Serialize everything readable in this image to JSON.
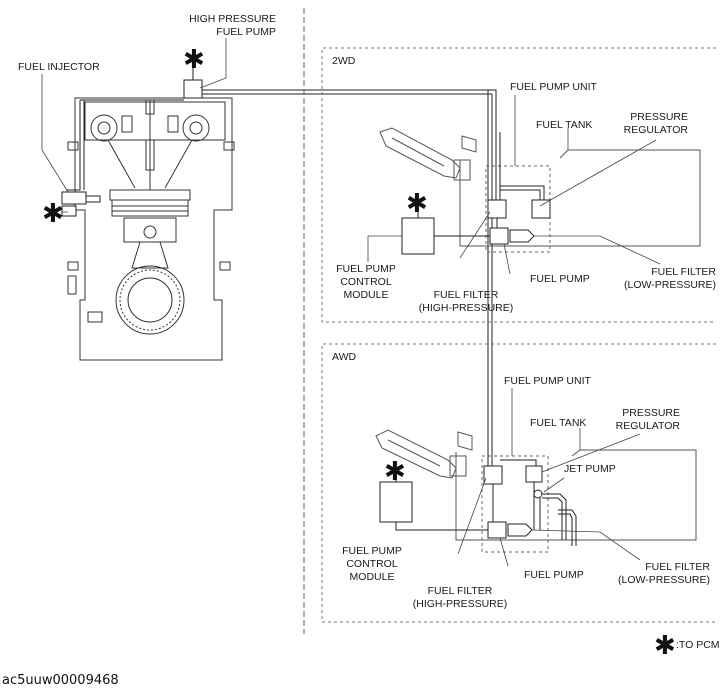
{
  "engine": {
    "high_pressure_fuel_pump": [
      "HIGH PRESSURE",
      "FUEL PUMP"
    ],
    "fuel_injector": "FUEL INJECTOR"
  },
  "panel_2wd": {
    "title": "2WD",
    "fuel_pump_unit": "FUEL PUMP UNIT",
    "fuel_tank": "FUEL TANK",
    "pressure_regulator": [
      "PRESSURE",
      "REGULATOR"
    ],
    "fuel_pump_control_module": [
      "FUEL PUMP",
      "CONTROL",
      "MODULE"
    ],
    "fuel_filter_high": [
      "FUEL FILTER",
      "(HIGH-PRESSURE)"
    ],
    "fuel_pump": "FUEL PUMP",
    "fuel_filter_low": [
      "FUEL FILTER",
      "(LOW-PRESSURE)"
    ]
  },
  "panel_awd": {
    "title": "AWD",
    "fuel_pump_unit": "FUEL PUMP UNIT",
    "fuel_tank": "FUEL TANK",
    "pressure_regulator": [
      "PRESSURE",
      "REGULATOR"
    ],
    "jet_pump": "JET PUMP",
    "fuel_pump_control_module": [
      "FUEL PUMP",
      "CONTROL",
      "MODULE"
    ],
    "fuel_filter_high": [
      "FUEL FILTER",
      "(HIGH-PRESSURE)"
    ],
    "fuel_pump": "FUEL PUMP",
    "fuel_filter_low": [
      "FUEL FILTER",
      "(LOW-PRESSURE)"
    ]
  },
  "legend": {
    "symbol": "✱",
    "text": ":TO PCM"
  },
  "image_code": "ac5uuw00009468"
}
